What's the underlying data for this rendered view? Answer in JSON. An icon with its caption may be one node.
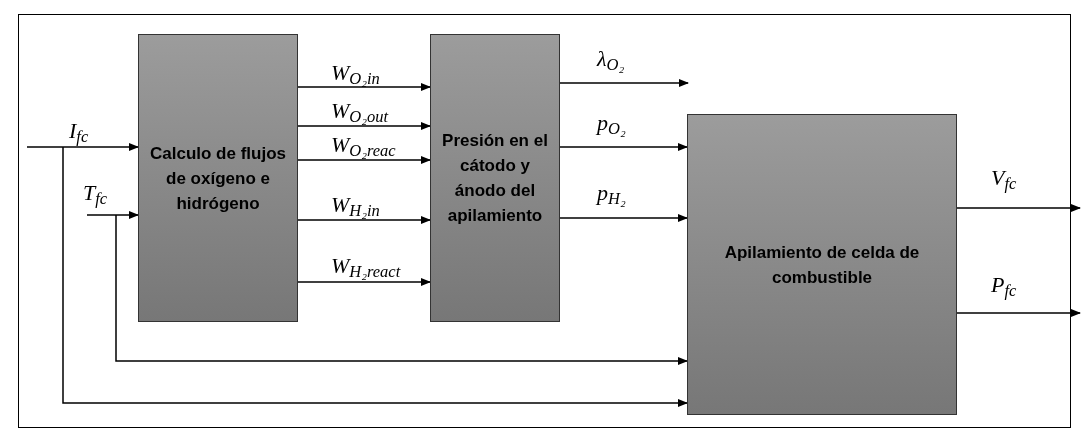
{
  "diagram": {
    "nodes": [
      {
        "text": [
          "Calculo de flujos de oxígeno e hidrógeno"
        ]
      },
      {
        "text": [
          "Presión en el cátodo y ánodo del apilamiento"
        ]
      },
      {
        "text": [
          "Apilamiento de celda de combustible"
        ]
      }
    ],
    "edges": [
      {
        "from": null,
        "to": 0,
        "arrow": "to",
        "label": "I$_{fc}$"
      },
      {
        "from": null,
        "to": 2,
        "arrow": "to"
      },
      {
        "from": null,
        "to": 0,
        "arrow": "to",
        "label": "T$_{fc}$"
      },
      {
        "from": null,
        "to": 2,
        "arrow": "to"
      },
      {
        "from": 0,
        "to": 1,
        "arrow": "to",
        "label": "W$_{O₂in}$"
      },
      {
        "from": 0,
        "to": 1,
        "arrow": "to",
        "label": "W$_{O₂out}$"
      },
      {
        "from": 0,
        "to": 1,
        "arrow": "to",
        "label": "W$_{O₂reac}$"
      },
      {
        "from": 0,
        "to": 1,
        "arrow": "to",
        "label": "W$_{H₂in}$"
      },
      {
        "from": 0,
        "to": 1,
        "arrow": "to",
        "label": "W$_{H₂react}$"
      },
      {
        "from": 1,
        "to": null,
        "arrow": "to",
        "label": "λ$_{O₂}$"
      },
      {
        "from": 1,
        "to": 2,
        "arrow": "to",
        "label": "p$_{O₂}$"
      },
      {
        "from": 1,
        "to": 2,
        "arrow": "to",
        "label": "p$_{H₂}$"
      },
      {
        "from": 2,
        "to": null,
        "arrow": "to",
        "label": "V$_{fc}$"
      },
      {
        "from": 2,
        "to": null,
        "arrow": "to",
        "label": "P$_{fc}$"
      }
    ]
  }
}
